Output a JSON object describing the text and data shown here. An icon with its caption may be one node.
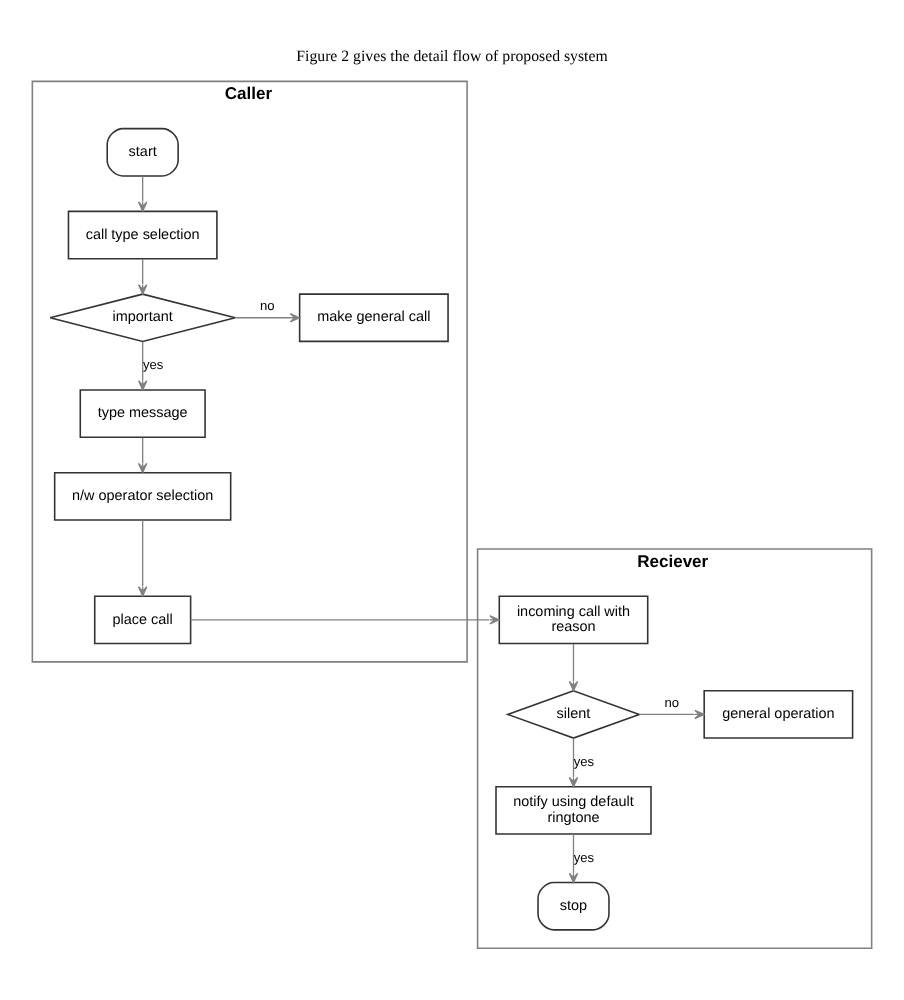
{
  "diagram": {
    "title": "Figure 2 gives the detail flow of proposed system",
    "nodes": [
      {
        "text": [
          "Caller"
        ]
      },
      {
        "text": [
          "start"
        ],
        "in": 0
      },
      {
        "text": [
          "call type selection"
        ],
        "in": 0
      },
      {
        "text": [
          "important"
        ],
        "in": 0
      },
      {
        "text": [
          "make general call"
        ],
        "in": 0
      },
      {
        "text": [
          "type message"
        ],
        "in": 0
      },
      {
        "text": [
          "n/w operator selection"
        ],
        "in": 0
      },
      {
        "text": [
          "place call"
        ],
        "in": 0
      },
      {
        "text": [
          "Reciever"
        ]
      },
      {
        "text": [
          "incoming call with reason"
        ],
        "in": 8
      },
      {
        "text": [
          "silent"
        ],
        "in": 8
      },
      {
        "text": [
          "general operation"
        ],
        "in": 8
      },
      {
        "text": [
          "notify using default ringtone"
        ],
        "in": 8
      },
      {
        "text": [
          "stop"
        ],
        "in": 8
      }
    ],
    "edges": [
      {
        "from": 1,
        "to": 2,
        "arrow": "to"
      },
      {
        "from": 2,
        "to": 3,
        "arrow": "to"
      },
      {
        "from": 3,
        "to": 4,
        "arrow": "to",
        "label": "no"
      },
      {
        "from": 3,
        "to": 5,
        "arrow": "to",
        "label": "yes"
      },
      {
        "from": 5,
        "to": 6,
        "arrow": "to"
      },
      {
        "from": 6,
        "to": 7,
        "arrow": "to"
      },
      {
        "from": 7,
        "to": 9,
        "arrow": "to"
      },
      {
        "from": 9,
        "to": 10,
        "arrow": "to"
      },
      {
        "from": 10,
        "to": 11,
        "arrow": "to",
        "label": "no"
      },
      {
        "from": 10,
        "to": 12,
        "arrow": "to",
        "label": "yes"
      },
      {
        "from": 12,
        "to": 13,
        "arrow": "to",
        "label": "yes"
      }
    ]
  }
}
